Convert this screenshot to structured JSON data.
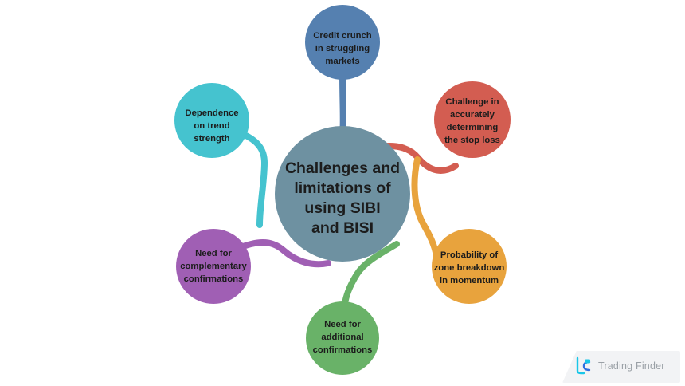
{
  "diagram": {
    "type": "hub-and-spoke mind map",
    "background_color": "#ffffff",
    "hub": {
      "label": "Challenges and limitations of using SIBI and BISI",
      "lines": [
        "Challenges and",
        "limitations of",
        "using SIBI",
        "and BISI"
      ],
      "color": "#6e91a1",
      "text_color": "#1c1c1c"
    },
    "nodes": [
      {
        "id": "credit-crunch",
        "label": "Credit crunch in struggling markets",
        "lines": [
          "Credit crunch",
          "in struggling",
          "markets"
        ],
        "color": "#5580b0",
        "position": "top"
      },
      {
        "id": "stop-loss",
        "label": "Challenge in accurately determining the stop loss",
        "lines": [
          "Challenge in",
          "accurately",
          "determining",
          "the stop loss"
        ],
        "color": "#d35d51",
        "position": "top-right"
      },
      {
        "id": "zone-breakdown",
        "label": "Probability of zone breakdown in momentum",
        "lines": [
          "Probability of",
          "zone breakdown",
          "in momentum"
        ],
        "color": "#e8a33d",
        "position": "bottom-right"
      },
      {
        "id": "additional-confirmations",
        "label": "Need for additional confirmations",
        "lines": [
          "Need for",
          "additional",
          "confirmations"
        ],
        "color": "#69b268",
        "position": "bottom"
      },
      {
        "id": "complementary-confirmations",
        "label": "Need for complementary confirmations",
        "lines": [
          "Need for",
          "complementary",
          "confirmations"
        ],
        "color": "#a05fb4",
        "position": "bottom-left"
      },
      {
        "id": "trend-strength",
        "label": "Dependence on trend strength",
        "lines": [
          "Dependence",
          "on trend",
          "strength"
        ],
        "color": "#45c3cf",
        "position": "top-left"
      }
    ]
  },
  "watermark": {
    "text": "Trading Finder",
    "logo_icon": "trading-finder-logo-icon",
    "logo_color": "#19c6e8",
    "text_color": "#9aa0a6",
    "plate_color": "#f2f3f5"
  }
}
